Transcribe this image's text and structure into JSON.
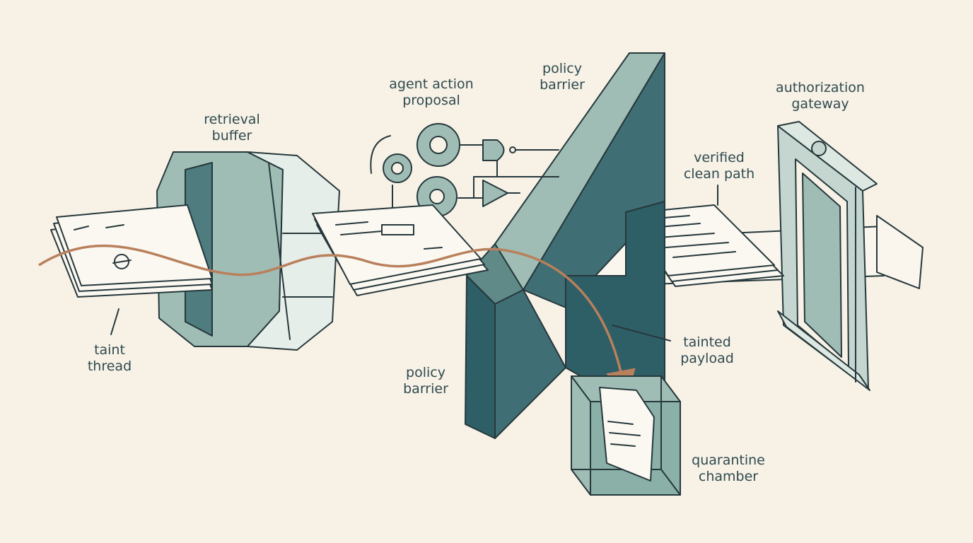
{
  "labels": {
    "retrieval_buffer": "retrieval\nbuffer",
    "taint_thread": "taint\nthread",
    "agent_action_proposal": "agent action\nproposal",
    "policy_barrier_top": "policy\nbarrier",
    "policy_barrier_bottom": "policy\nbarrier",
    "authorization_gateway": "authorization\ngateway",
    "verified_clean_path": "verified\nclean path",
    "tainted_payload": "tainted\npayload",
    "quarantine_chamber": "quarantine\nchamber"
  },
  "colors": {
    "background": "#f7f1e6",
    "ink": "#26383c",
    "teal_dark": "#2f5f66",
    "teal_mid": "#5f8a88",
    "teal_light": "#9fbdb5",
    "taint_thread": "#b9805c",
    "paper": "#fbf8f1"
  }
}
